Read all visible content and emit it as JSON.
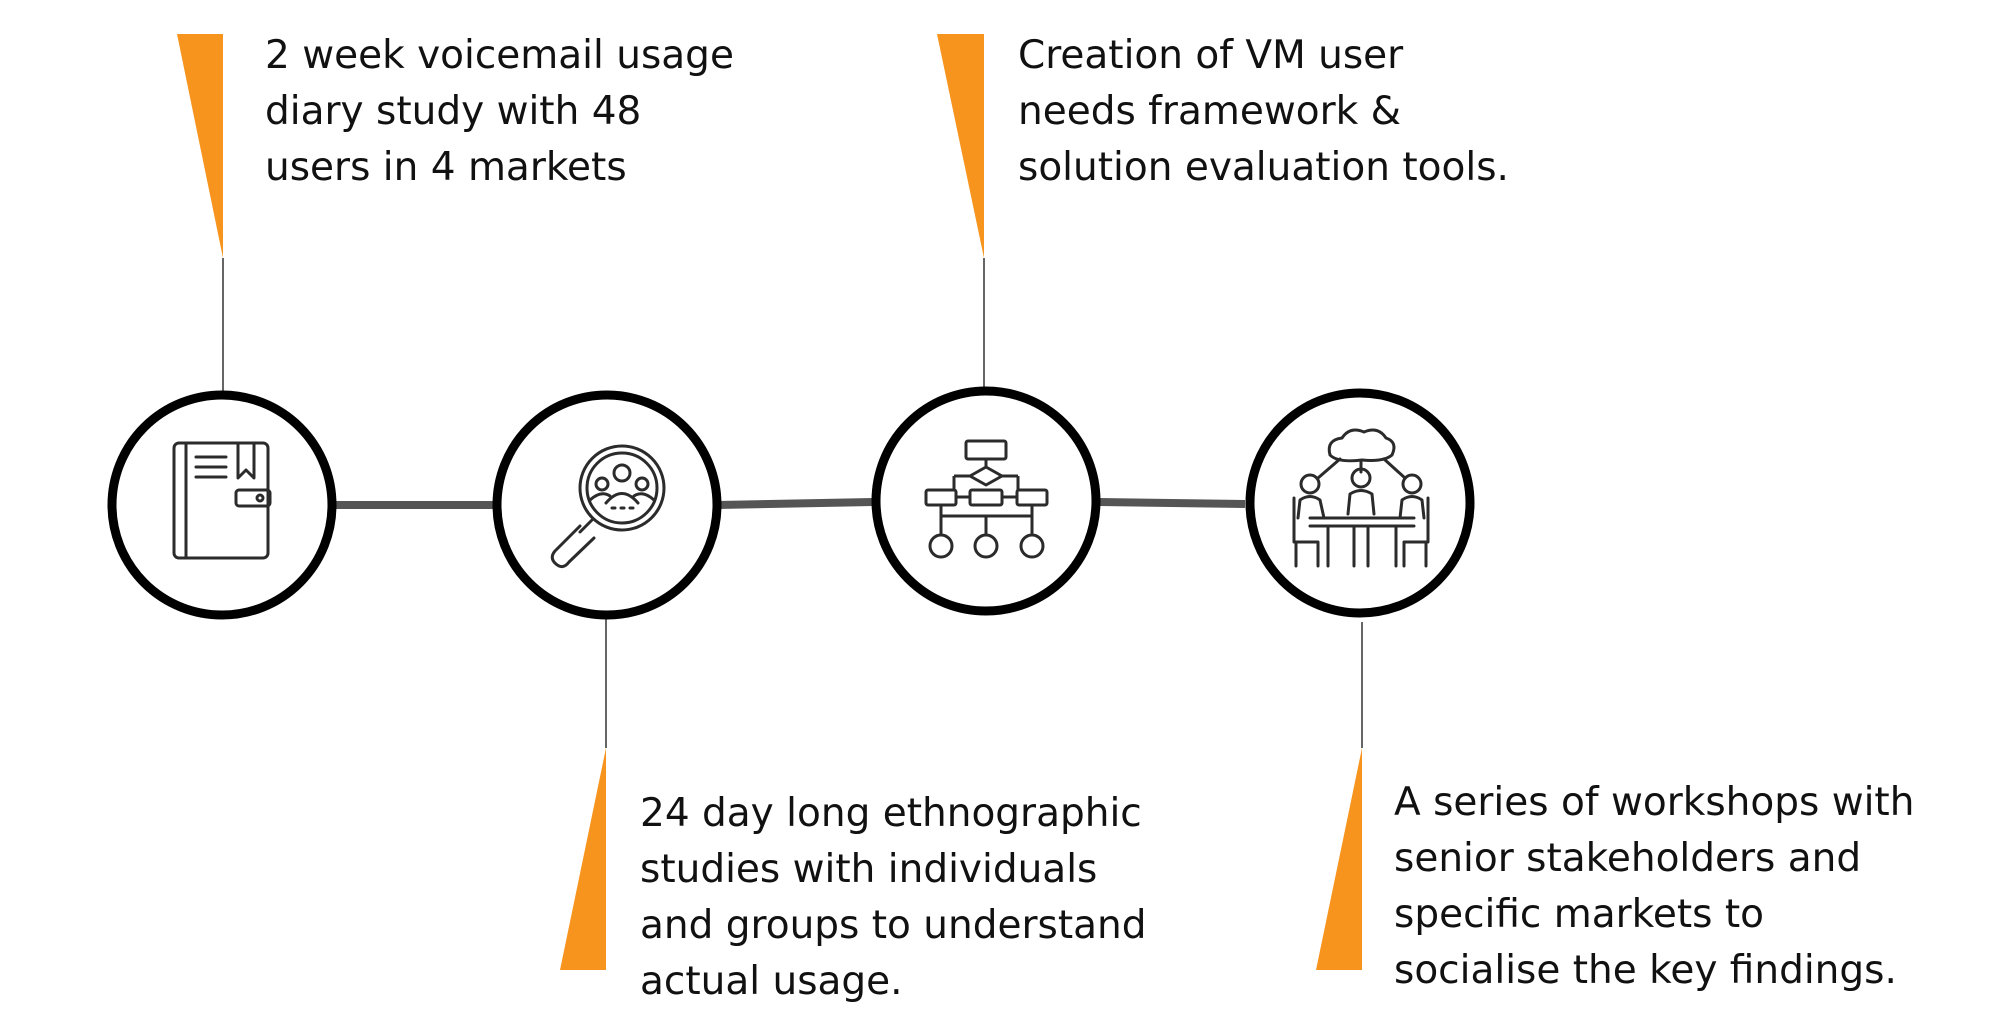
{
  "accent_color": "#F7941D",
  "connector_color": "#555555",
  "icon_color": "#2b2b2b",
  "steps": [
    {
      "icon": "notebook-icon",
      "lines": [
        "2 week voicemail usage",
        "diary study with 48",
        "users in 4 markets"
      ]
    },
    {
      "icon": "magnifier-people-icon",
      "lines": [
        "24 day long ethnographic",
        "studies with individuals",
        "and groups to understand",
        "actual usage."
      ]
    },
    {
      "icon": "flowchart-icon",
      "lines": [
        "Creation of VM user",
        "needs framework &",
        "solution evaluation tools."
      ]
    },
    {
      "icon": "meeting-table-icon",
      "lines": [
        "A series of workshops with",
        "senior stakeholders and",
        "specific markets to",
        "socialise the key findings."
      ]
    }
  ]
}
